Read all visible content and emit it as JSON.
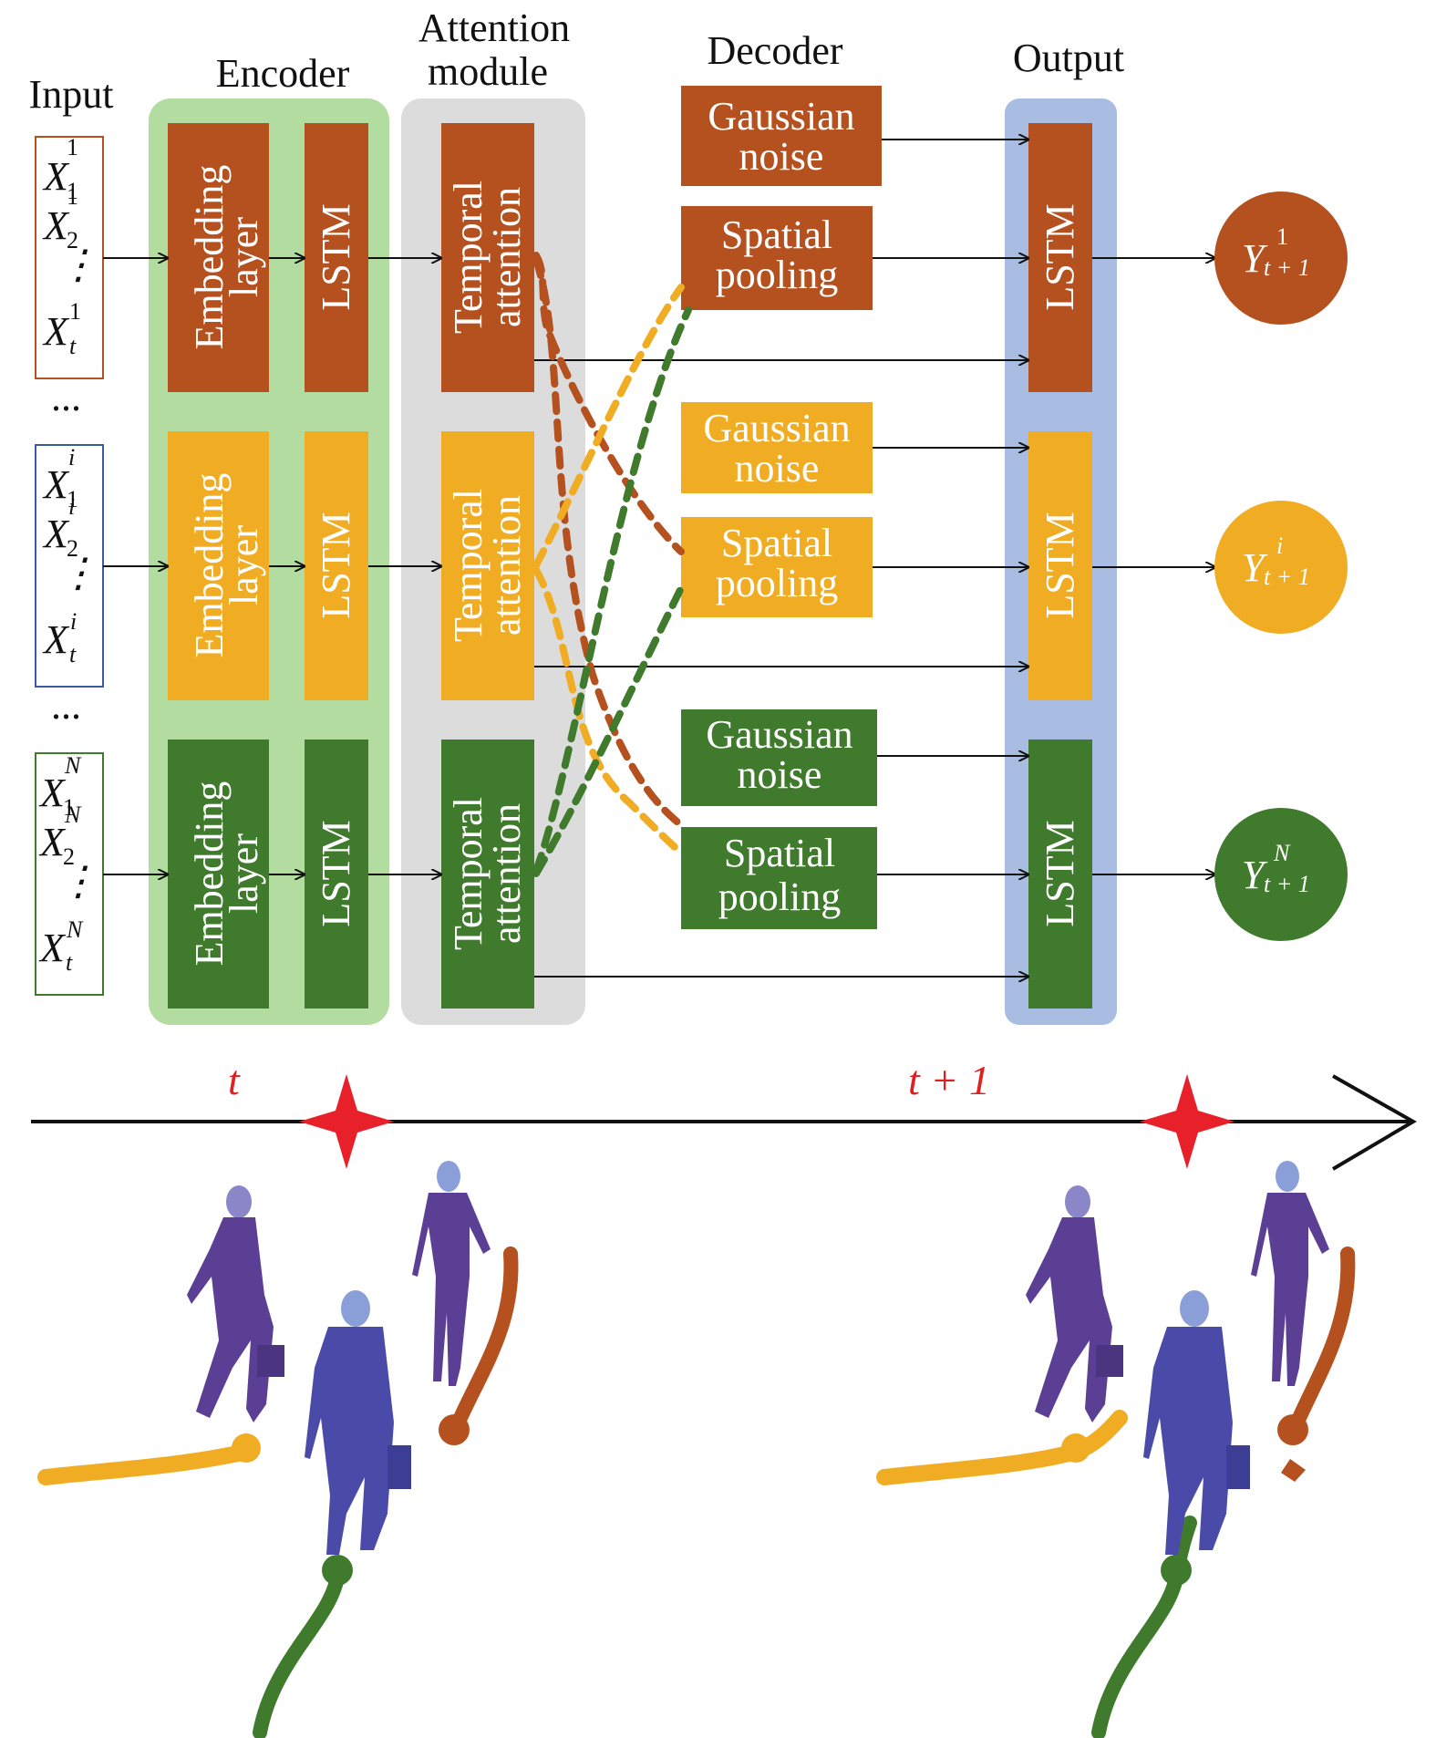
{
  "headers": {
    "input": "Input",
    "encoder": "Encoder",
    "attention_line1": "Attention",
    "attention_line2": "module",
    "decoder": "Decoder",
    "output": "Output"
  },
  "labels": {
    "embedding_line1": "Embedding",
    "embedding_line2": "layer",
    "lstm": "LSTM",
    "temporal_line1": "Temporal",
    "temporal_line2": "attention",
    "gaussian_line1": "Gaussian",
    "gaussian_line2": "noise",
    "spatial_line1": "Spatial",
    "spatial_line2": "pooling",
    "ellipsis": "..."
  },
  "agents": [
    {
      "id": "agent-1",
      "color": "#b5501f",
      "input_sup": "1",
      "output_sup": "1"
    },
    {
      "id": "agent-i",
      "color": "#f0ad23",
      "input_sup": "i",
      "output_sup": "i"
    },
    {
      "id": "agent-N",
      "color": "#3f7a2d",
      "input_sup": "N",
      "output_sup": "N"
    }
  ],
  "input_items": {
    "var": "X",
    "sub_1": "1",
    "sub_2": "2",
    "sub_t": "t",
    "vdots": "⋮"
  },
  "output_items": {
    "var": "Y",
    "sub": "t + 1"
  },
  "timeline": {
    "t_label": "t",
    "t1_label": "t + 1",
    "marker_color": "#e8202a"
  },
  "colors": {
    "encoder_bg": "#b3dca0",
    "attention_bg": "#dcdcdc",
    "output_bg": "#a9bde3",
    "input_border_1": "#b5501f",
    "input_border_i": "#3a5aa8",
    "input_border_N": "#3f7a2d",
    "people_purple": "#5b3f95",
    "people_blue": "#4a4ba8"
  },
  "icons": [
    "walking-person-icon",
    "trajectory-icon",
    "star-marker-icon",
    "arrow-head-icon"
  ]
}
